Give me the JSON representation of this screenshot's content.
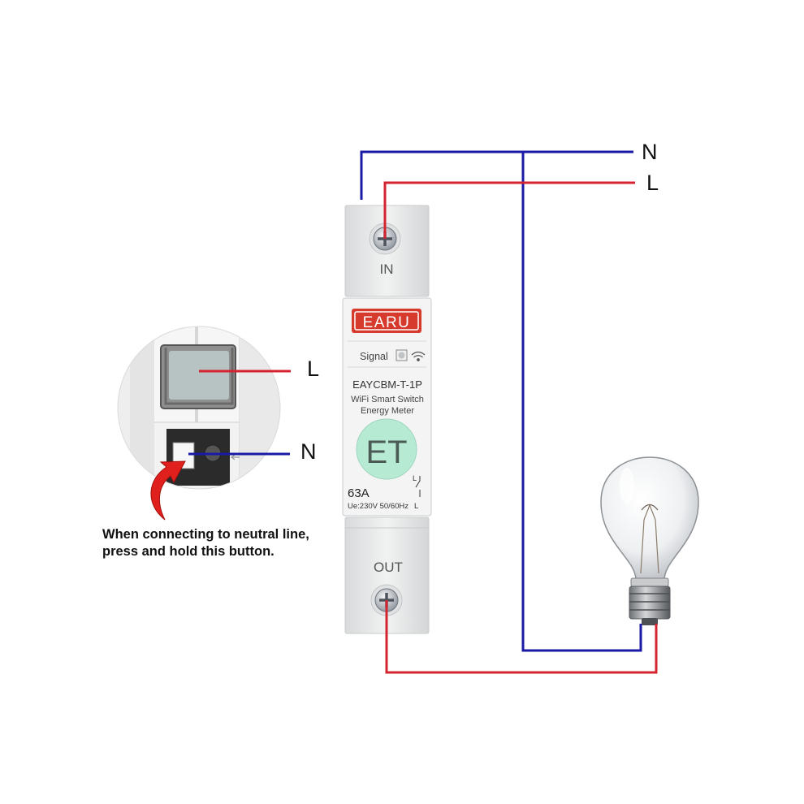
{
  "wire_labels": {
    "n_top": "N",
    "l_top": "L",
    "l_inset": "L",
    "n_inset": "N"
  },
  "device": {
    "in_label": "IN",
    "out_label": "OUT",
    "brand": "EARU",
    "signal_label": "Signal",
    "model": "EAYCBM-T-1P",
    "desc_line1": "WiFi Smart Switch",
    "desc_line2": "Energy Meter",
    "button_logo": "ET",
    "rating": "63A",
    "spec": "Ue:230V 50/60Hz",
    "spec_suffix": "L",
    "switch_symbol_label": "L"
  },
  "inset": {
    "terminal_letter": "N"
  },
  "note": {
    "line1": "When connecting to neutral line,",
    "line2": "press and hold this button."
  },
  "colors": {
    "neutral_wire": "#1a1aa6",
    "live_wire": "#d42430",
    "brand_red": "#d63a2c",
    "button_green": "#b6ead3",
    "arrow_red": "#e0201c"
  },
  "icons": [
    "screw-icon",
    "wifi-icon",
    "light-bulb-icon",
    "curved-arrow-icon"
  ]
}
